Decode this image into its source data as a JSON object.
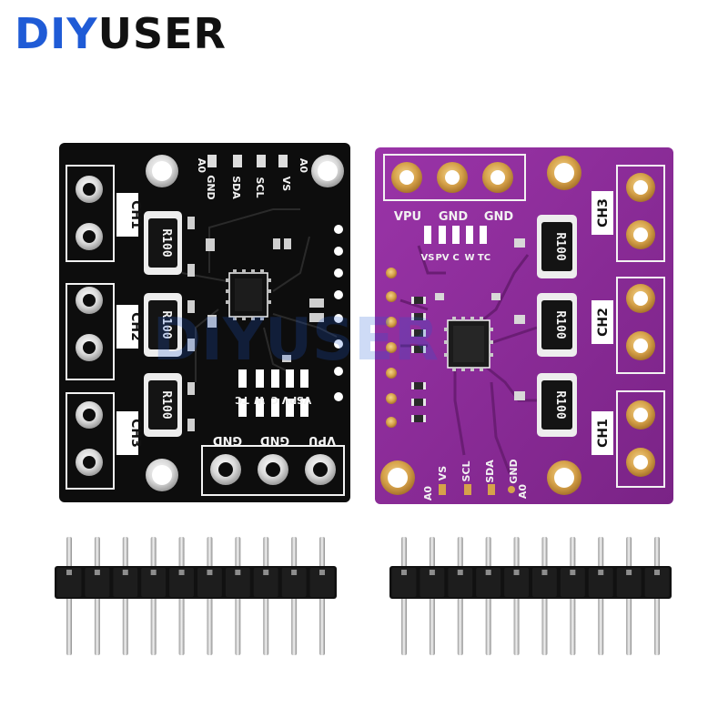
{
  "brand": {
    "part1": "DIY",
    "part2": "USER",
    "watermark": "DIYUSER"
  },
  "colors": {
    "black_pcb": "#0d0d0d",
    "purple_pcb": "#8a2c96",
    "gold_pad": "#d6a24a",
    "brand_blue": "#1f5bd6",
    "silk_white": "#f2f2f2"
  },
  "black_board": {
    "top_labels": [
      "A0",
      "GND",
      "SDA",
      "SCL",
      "A0",
      "VS"
    ],
    "channel_labels": [
      "CH1",
      "CH2",
      "CH3"
    ],
    "resistor_marking": "R100",
    "led_labels": [
      "TC",
      "W",
      "C",
      "PV",
      "VS"
    ],
    "power_labels": [
      "GND",
      "GND",
      "VPU"
    ]
  },
  "purple_board": {
    "power_labels": [
      "VPU",
      "GND",
      "GND"
    ],
    "led_labels": [
      "VS",
      "PV",
      "C",
      "W",
      "TC"
    ],
    "channel_labels": [
      "CH3",
      "CH2",
      "CH1"
    ],
    "resistor_marking": "R100",
    "bottom_labels": [
      "A0",
      "VS",
      "SCL",
      "SDA",
      "GND",
      "A0"
    ]
  }
}
